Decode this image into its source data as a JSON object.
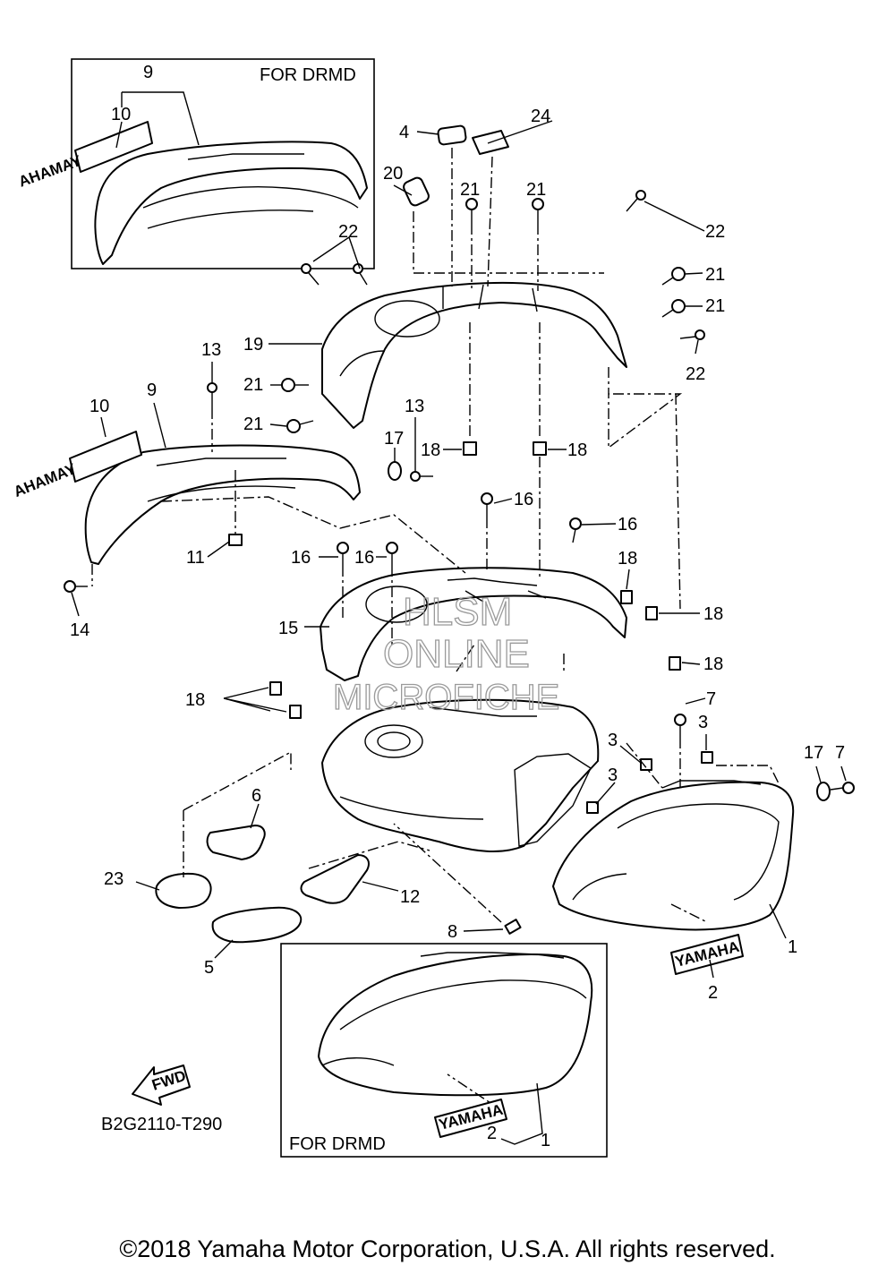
{
  "insets": {
    "top": "FOR DRMD",
    "bottom": "FOR DRMD"
  },
  "diagram_code": "B2G2110-T290",
  "fwd_label": "FWD",
  "decals": {
    "side_emblem": "YAMAHA",
    "mirrored_emblem": "YAMAHA"
  },
  "watermark": [
    "HLSM",
    "ONLINE",
    "MICROFICHE"
  ],
  "callouts": {
    "c1": "1",
    "c2": "2",
    "c3": "3",
    "c4": "4",
    "c5": "5",
    "c6": "6",
    "c7": "7",
    "c8": "8",
    "c9": "9",
    "c10": "10",
    "c11": "11",
    "c12": "12",
    "c13": "13",
    "c14": "14",
    "c15": "15",
    "c16": "16",
    "c17": "17",
    "c18": "18",
    "c19": "19",
    "c20": "20",
    "c21": "21",
    "c22": "22",
    "c23": "23",
    "c24": "24"
  },
  "copyright": "©2018 Yamaha Motor Corporation, U.S.A. All rights reserved."
}
